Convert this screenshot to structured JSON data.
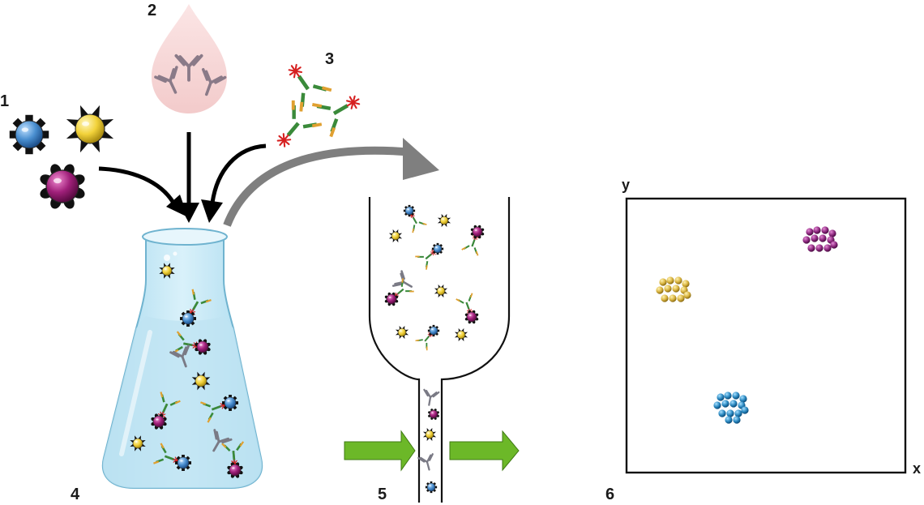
{
  "step_labels": [
    "1",
    "2",
    "3",
    "4",
    "5",
    "6"
  ],
  "plot": {
    "x_label": "x",
    "y_label": "y"
  },
  "colors": {
    "cell_blue": "#4a8fd0",
    "cell_yellow": "#f2d23a",
    "cell_magenta": "#a0207a",
    "antibody_gray": "#7a7a85",
    "antibody_green": "#3a8a3a",
    "antibody_orange": "#e0a030",
    "fluor_red": "#d62020",
    "flow_arrow_green": "#6cb828",
    "path_arrow_gray": "#7f7f7f",
    "cluster_gold": "#d9b440",
    "cluster_purple": "#8e2a80",
    "cluster_blue": "#2a88c0",
    "flask_water": "#bfe4f3"
  },
  "icons": [
    "cell-blue-icon",
    "cell-yellow-icon",
    "cell-magenta-icon",
    "antibody-drop-icon",
    "labeled-antibody-icon",
    "flask-icon",
    "flow-cell-icon",
    "scatter-plot-icon"
  ]
}
